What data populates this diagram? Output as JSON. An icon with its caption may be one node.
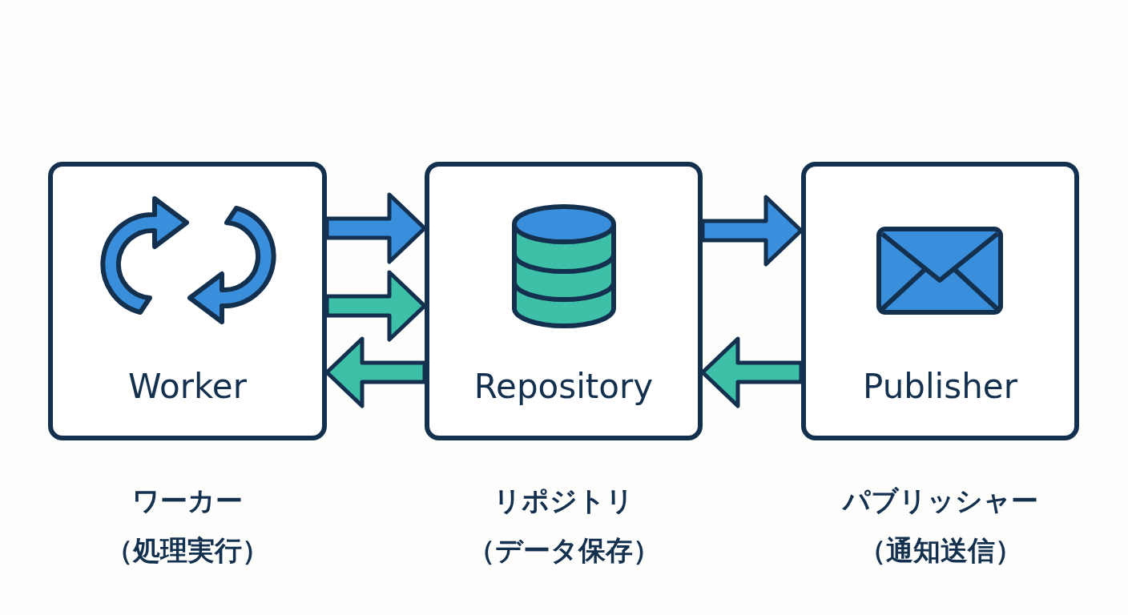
{
  "diagram": {
    "nodes": [
      {
        "text": [
          "Worker"
        ],
        "beside": [
          "ワーカー",
          "（処理実行）"
        ]
      },
      {
        "text": [
          "Repository"
        ],
        "beside": [
          "リポジトリ",
          "（データ保存）"
        ]
      },
      {
        "text": [
          "Publisher"
        ],
        "beside": [
          "パブリッシャー",
          "（通知送信）"
        ]
      }
    ],
    "edges": [
      {
        "from": 0,
        "to": 1,
        "arrow": "to",
        "color": "#3a8fdc"
      },
      {
        "from": 0,
        "to": 1,
        "arrow": "to",
        "color": "#3dbfa8"
      },
      {
        "from": 1,
        "to": 0,
        "arrow": "to",
        "color": "#3dbfa8"
      },
      {
        "from": 1,
        "to": 2,
        "arrow": "to",
        "color": "#3a8fdc"
      },
      {
        "from": 2,
        "to": 1,
        "arrow": "to",
        "color": "#3dbfa8"
      }
    ]
  }
}
